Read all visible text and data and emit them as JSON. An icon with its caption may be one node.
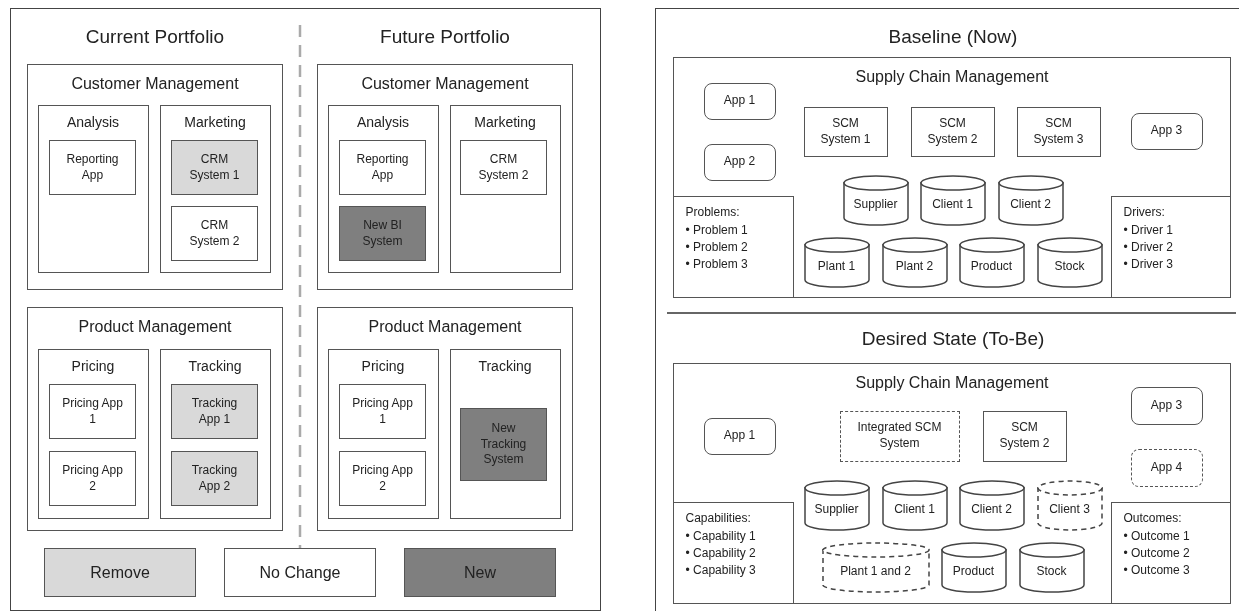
{
  "diagram": {
    "nodes": [
      {
        "text": [
          "Customer Management"
        ]
      },
      {
        "text": [
          "Analysis"
        ],
        "in": 0
      },
      {
        "text": [
          "Reporting App"
        ],
        "in": 1
      },
      {
        "text": [
          "Marketing"
        ],
        "in": 0
      },
      {
        "text": [
          "CRM System 1"
        ],
        "in": 3
      },
      {
        "text": [
          "CRM System 2"
        ],
        "in": 3
      },
      {
        "text": [
          "Customer Management"
        ]
      },
      {
        "text": [
          "Analysis"
        ],
        "in": 6
      },
      {
        "text": [
          "Reporting App"
        ],
        "in": 7
      },
      {
        "text": [
          "New BI System"
        ],
        "in": 7
      },
      {
        "text": [
          "Marketing"
        ],
        "in": 6
      },
      {
        "text": [
          "CRM System 2"
        ],
        "in": 10
      },
      {
        "text": [
          "Product Management"
        ]
      },
      {
        "text": [
          "Pricing"
        ],
        "in": 12
      },
      {
        "text": [
          "Pricing App 1"
        ],
        "in": 13
      },
      {
        "text": [
          "Pricing App 2"
        ],
        "in": 13
      },
      {
        "text": [
          "Tracking"
        ],
        "in": 12
      },
      {
        "text": [
          "Tracking App 1"
        ],
        "in": 16
      },
      {
        "text": [
          "Tracking App 2"
        ],
        "in": 16
      },
      {
        "text": [
          "Product Management"
        ]
      },
      {
        "text": [
          "Pricing"
        ],
        "in": 19
      },
      {
        "text": [
          "Pricing App 1"
        ],
        "in": 20
      },
      {
        "text": [
          "Pricing App 2"
        ],
        "in": 20
      },
      {
        "text": [
          "Tracking"
        ],
        "in": 19
      },
      {
        "text": [
          "New Tracking System"
        ],
        "in": 23
      },
      {
        "text": [
          "Supply Chain Management"
        ]
      },
      {
        "text": [
          "App 1"
        ],
        "in": 25
      },
      {
        "text": [
          "App 2"
        ],
        "in": 25
      },
      {
        "text": [
          "SCM System 1"
        ],
        "in": 25
      },
      {
        "text": [
          "SCM System 2"
        ],
        "in": 25
      },
      {
        "text": [
          "SCM System 3"
        ],
        "in": 25
      },
      {
        "text": [
          "App 3"
        ],
        "in": 25
      },
      {
        "text": [
          "Problems:",
          "• Problem 1",
          "• Problem 2",
          "• Problem 3"
        ],
        "in": 25
      },
      {
        "text": [
          "Supplier"
        ],
        "in": 25
      },
      {
        "text": [
          "Client 1"
        ],
        "in": 25
      },
      {
        "text": [
          "Client 2"
        ],
        "in": 25
      },
      {
        "text": [
          "Plant 1"
        ],
        "in": 25
      },
      {
        "text": [
          "Plant 2"
        ],
        "in": 25
      },
      {
        "text": [
          "Product"
        ],
        "in": 25
      },
      {
        "text": [
          "Stock"
        ],
        "in": 25
      },
      {
        "text": [
          "Drivers:",
          "• Driver 1",
          "• Driver 2",
          "• Driver 3"
        ],
        "in": 25
      },
      {
        "text": [
          "Supply Chain Management"
        ]
      },
      {
        "text": [
          "App 1"
        ],
        "in": 41
      },
      {
        "text": [
          "Integrated SCM System"
        ],
        "in": 41
      },
      {
        "text": [
          "SCM System 2"
        ],
        "in": 41
      },
      {
        "text": [
          "App 3"
        ],
        "in": 41
      },
      {
        "text": [
          "App 4"
        ],
        "in": 41
      },
      {
        "text": [
          "Capabilities:",
          "• Capability 1",
          "• Capability 2",
          "• Capability 3"
        ],
        "in": 41
      },
      {
        "text": [
          "Supplier"
        ],
        "in": 41
      },
      {
        "text": [
          "Client 1"
        ],
        "in": 41
      },
      {
        "text": [
          "Client 2"
        ],
        "in": 41
      },
      {
        "text": [
          "Client 3"
        ],
        "in": 41
      },
      {
        "text": [
          "Plant 1 and 2"
        ],
        "in": 41
      },
      {
        "text": [
          "Product"
        ],
        "in": 41
      },
      {
        "text": [
          "Stock"
        ],
        "in": 41
      },
      {
        "text": [
          "Outcomes:",
          "• Outcome 1",
          "• Outcome 2",
          "• Outcome 3"
        ],
        "in": 41
      }
    ],
    "labels": [
      "Current Portfolio",
      "Future Portfolio",
      "Baseline (Now)",
      "Desired State (To-Be)"
    ],
    "legend": [
      {
        "text": "Remove",
        "color": "#d9d9d9"
      },
      {
        "text": "No Change",
        "color": "#ffffff"
      },
      {
        "text": "New",
        "color": "#7f7f7f"
      }
    ]
  }
}
